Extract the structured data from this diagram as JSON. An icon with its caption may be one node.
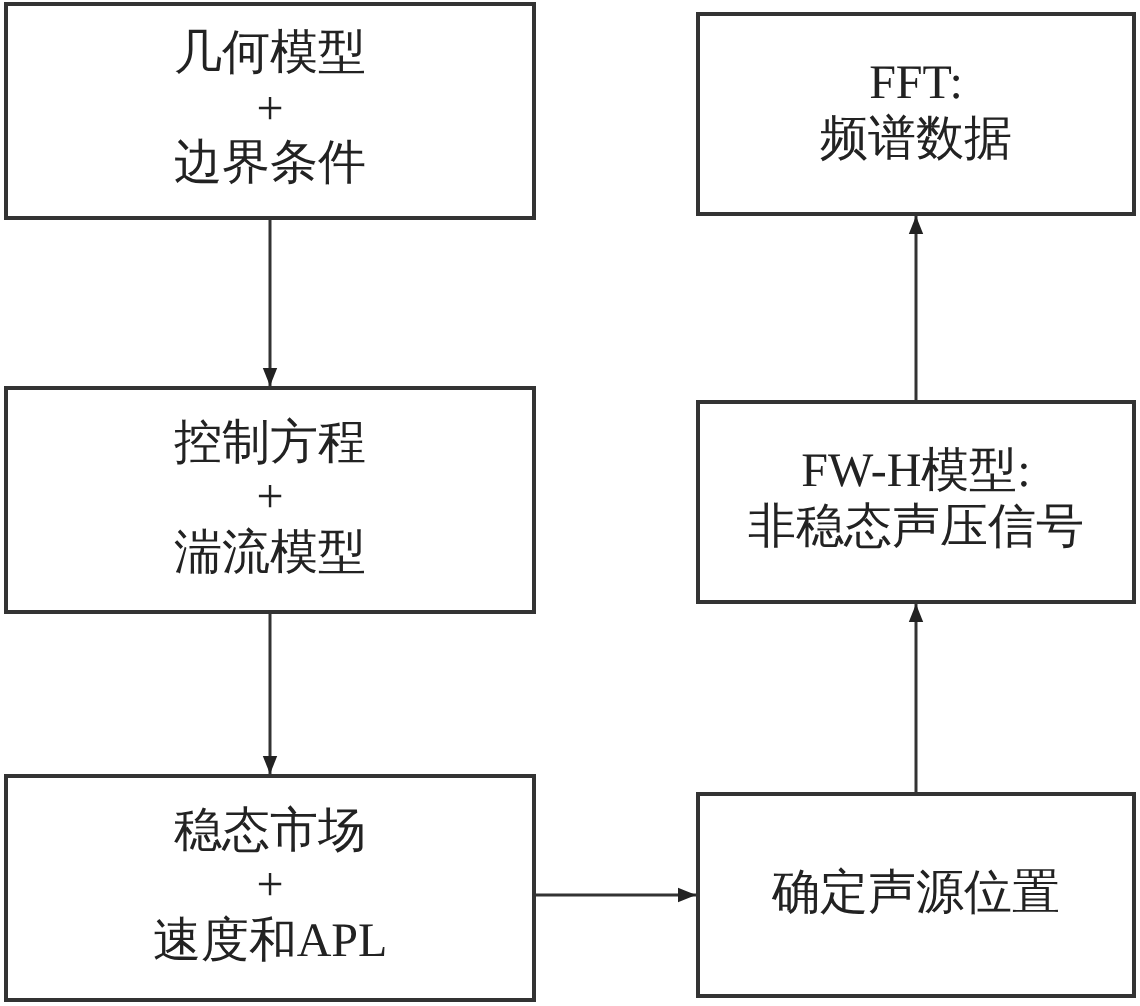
{
  "diagram": {
    "nodes": [
      {
        "text": [
          "几何模型",
          "+",
          "边界条件"
        ]
      },
      {
        "text": [
          "控制方程",
          "+",
          "湍流模型"
        ]
      },
      {
        "text": [
          "稳态市场",
          "+",
          "速度和APL"
        ]
      },
      {
        "text": [
          "FFT:",
          "频谱数据"
        ]
      },
      {
        "text": [
          "FW-H模型:",
          "非稳态声压信号"
        ]
      },
      {
        "text": [
          "确定声源位置"
        ]
      }
    ],
    "edges": [
      {
        "from": 0,
        "to": 1,
        "arrow": "to"
      },
      {
        "from": 1,
        "to": 2,
        "arrow": "to"
      },
      {
        "from": 2,
        "to": 5,
        "arrow": "to"
      },
      {
        "from": 5,
        "to": 4,
        "arrow": "to"
      },
      {
        "from": 4,
        "to": 3,
        "arrow": "to"
      }
    ]
  }
}
